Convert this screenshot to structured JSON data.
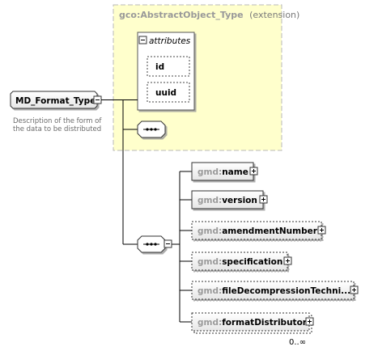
{
  "root": {
    "name": "MD_Format_Type",
    "description_line1": "Description of the form of",
    "description_line2": "the data to be distributed"
  },
  "extension": {
    "base": "gco:AbstractObject_Type",
    "suffix": "(extension)",
    "attributes_title": "attributes",
    "attributes": [
      "id",
      "uuid"
    ]
  },
  "elements": [
    {
      "prefix": "gmd:",
      "name": "name",
      "optional": false
    },
    {
      "prefix": "gmd:",
      "name": "version",
      "optional": false
    },
    {
      "prefix": "gmd:",
      "name": "amendmentNumber",
      "optional": true
    },
    {
      "prefix": "gmd:",
      "name": "specification",
      "optional": true
    },
    {
      "prefix": "gmd:",
      "name": "fileDecompressionTechni...",
      "optional": true
    },
    {
      "prefix": "gmd:",
      "name": "formatDistributor",
      "optional": true,
      "multiplicity": "0..∞"
    }
  ],
  "colors": {
    "extension_fill": "#ffffcc",
    "extension_border": "#b8b8b8",
    "element_fill": "#ffffff",
    "line": "#000000"
  }
}
